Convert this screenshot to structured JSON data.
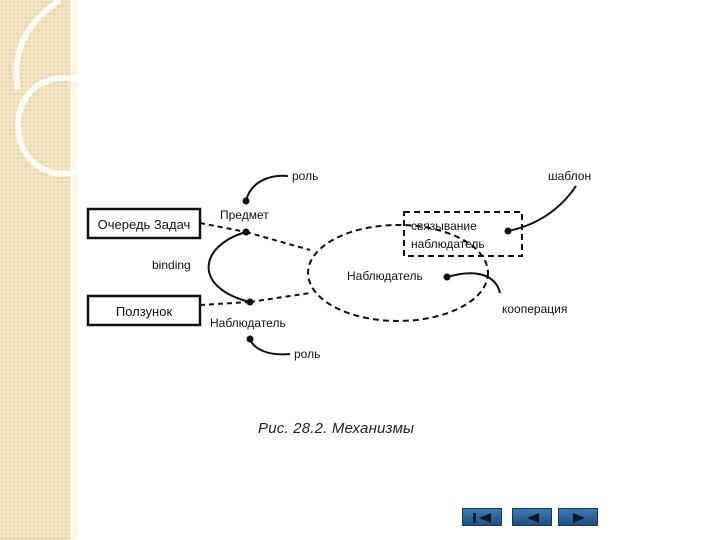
{
  "diagram": {
    "boxes": {
      "task_queue": "Очередь Задач",
      "slider": "Ползунок",
      "binding_box": [
        "связывание",
        "наблюдатель"
      ]
    },
    "labels": {
      "role_top": "роль",
      "role_bottom": "роль",
      "subject": "Предмет",
      "binding": "binding",
      "observer_left": "Наблюдатель",
      "observer_center": "Наблюдатель",
      "template": "шаблон",
      "cooperation": "кооперация"
    }
  },
  "caption": "Рис. 28.2. Механизмы",
  "nav": {
    "first": "first-slide",
    "prev": "previous-slide",
    "next": "next-slide"
  }
}
